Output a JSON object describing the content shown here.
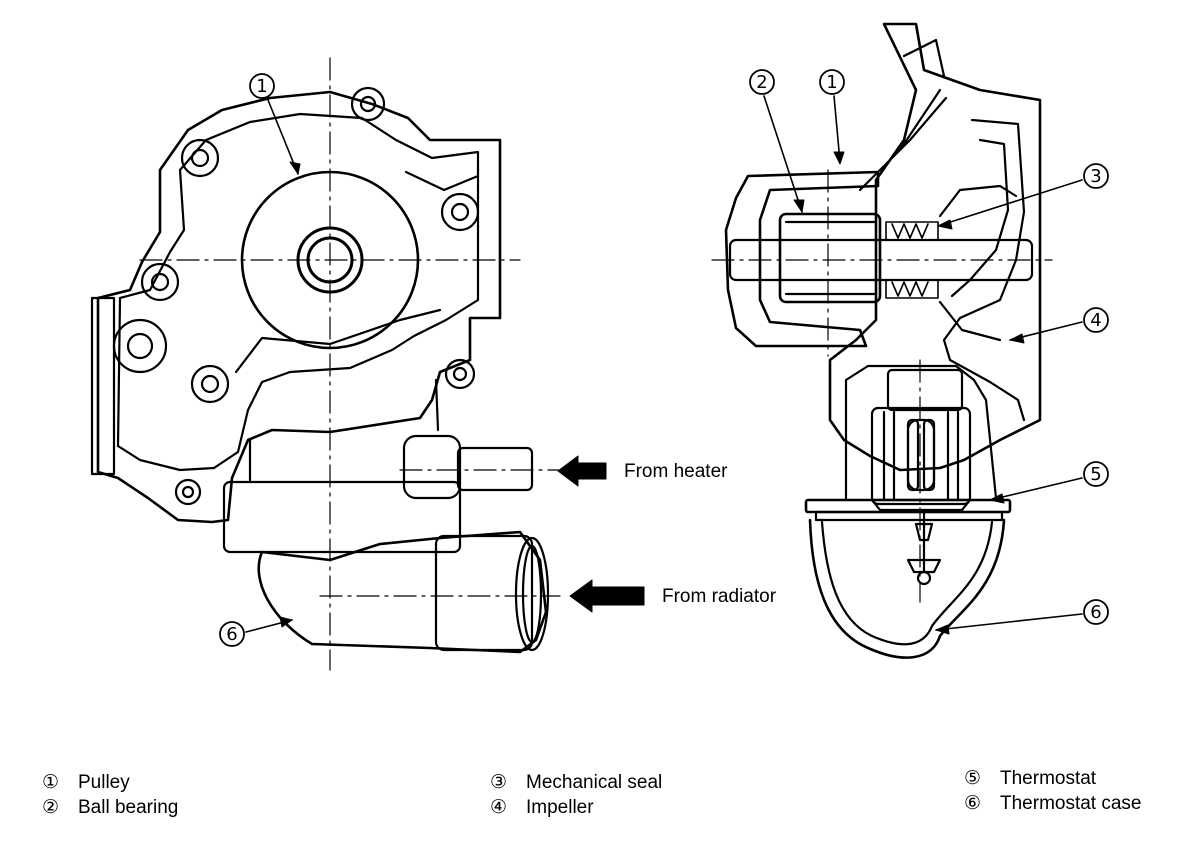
{
  "callouts": {
    "left_pulley": "1",
    "left_case": "6",
    "right_bearing": "2",
    "right_pulley": "1",
    "right_seal": "3",
    "right_impeller": "4",
    "right_thermostat": "5",
    "right_case": "6"
  },
  "flow": {
    "heater": "From heater",
    "radiator": "From radiator"
  },
  "legend": [
    {
      "num": "①",
      "label": "Pulley"
    },
    {
      "num": "②",
      "label": "Ball bearing"
    },
    {
      "num": "③",
      "label": "Mechanical seal"
    },
    {
      "num": "④",
      "label": "Impeller"
    },
    {
      "num": "⑤",
      "label": "Thermostat"
    },
    {
      "num": "⑥",
      "label": "Thermostat case"
    }
  ],
  "colors": {
    "ink": "#000000",
    "paper": "#ffffff"
  }
}
